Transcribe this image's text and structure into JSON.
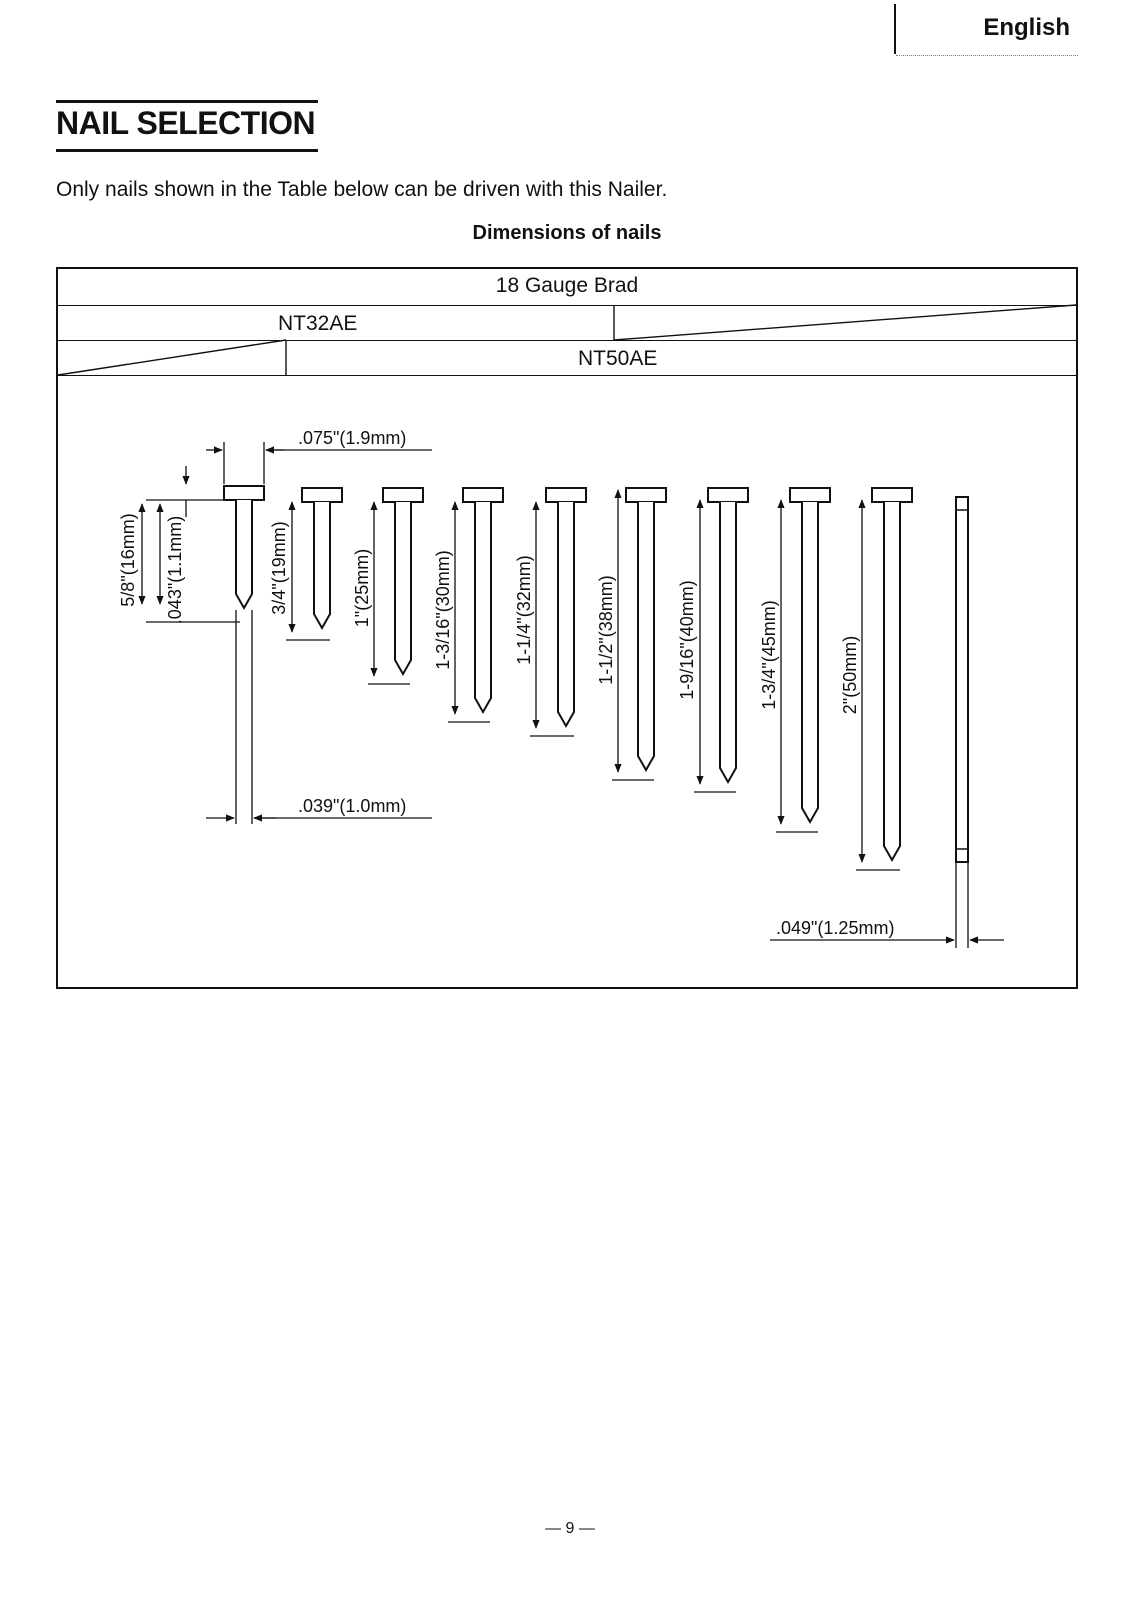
{
  "header": {
    "language": "English"
  },
  "section": {
    "title": "NAIL SELECTION"
  },
  "intro": "Only nails shown in the Table below can be driven with this Nailer.",
  "table": {
    "caption": "Dimensions of nails",
    "nail_type": "18 Gauge Brad",
    "model_a": "NT32AE",
    "model_b": "NT50AE"
  },
  "dimensions": {
    "head_width": ".075\"(1.9mm)",
    "shank_width": ".039\"(1.0mm)",
    "shank_thickness": ".049\"(1.25mm)",
    "shank_width_label": ".043\"(1.1mm)"
  },
  "nails": [
    {
      "label": "5/8\"(16mm)"
    },
    {
      "label": "3/4\"(19mm)"
    },
    {
      "label": "1\"(25mm)"
    },
    {
      "label": "1-3/16\"(30mm)"
    },
    {
      "label": "1-1/4\"(32mm)"
    },
    {
      "label": "1-1/2\"(38mm)"
    },
    {
      "label": "1-9/16\"(40mm)"
    },
    {
      "label": "1-3/4\"(45mm)"
    },
    {
      "label": "2\"(50mm)"
    }
  ],
  "footer": {
    "page": "— 9 —"
  }
}
